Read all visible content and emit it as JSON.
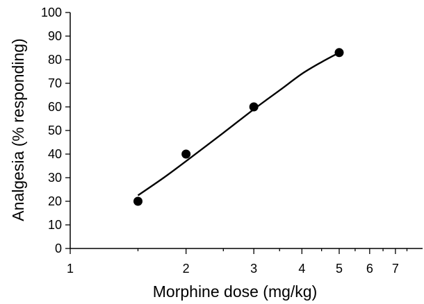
{
  "chart_data": {
    "type": "scatter",
    "xlabel": "Morphine dose (mg/kg)",
    "ylabel": "Analgesia (% responding)",
    "xscale": "log",
    "xlim": [
      1,
      8
    ],
    "ylim": [
      0,
      100
    ],
    "xticks_major": [
      1,
      2,
      3,
      4,
      5,
      6,
      7
    ],
    "xtick_labels": [
      "1",
      "2",
      "3",
      "4",
      "5",
      "6",
      "7"
    ],
    "yticks": [
      0,
      10,
      20,
      30,
      40,
      50,
      60,
      70,
      80,
      90,
      100
    ],
    "ytick_labels": [
      "0",
      "10",
      "20",
      "30",
      "40",
      "50",
      "60",
      "70",
      "80",
      "90",
      "100"
    ],
    "grid": false,
    "legend": "none",
    "series": [
      {
        "points": [
          {
            "x": 1.5,
            "y": 20
          },
          {
            "x": 2,
            "y": 40
          },
          {
            "x": 3,
            "y": 60
          },
          {
            "x": 5,
            "y": 83
          }
        ]
      }
    ],
    "fit_curve": {
      "x": [
        1.5,
        1.75,
        2,
        2.5,
        3,
        3.5,
        4,
        4.5,
        5
      ],
      "y": [
        22.5,
        30,
        37,
        49,
        59,
        67,
        74,
        79,
        83
      ]
    },
    "colors": {
      "marks": "#000000",
      "background": "#ffffff"
    }
  }
}
